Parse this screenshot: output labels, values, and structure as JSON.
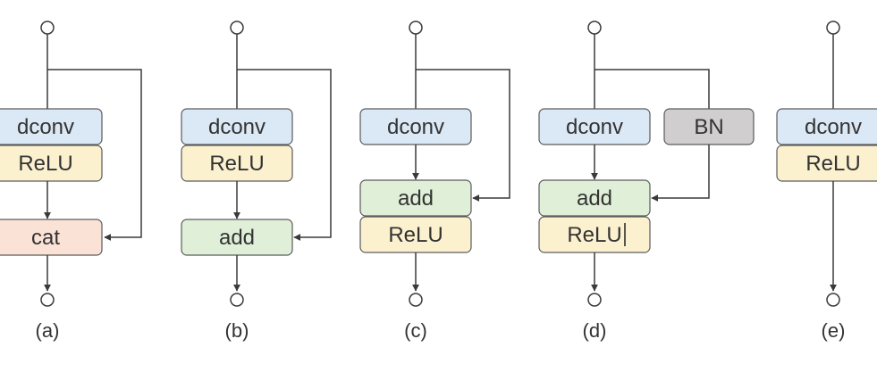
{
  "colors": {
    "dconv": "#dbe8f5",
    "relu": "#fcf1cf",
    "cat": "#fbe2d6",
    "add": "#e0efd8",
    "bn": "#d0cece",
    "border": "#5b5b5b",
    "line": "#3a3a3a"
  },
  "panels": [
    {
      "caption": "(a)",
      "boxes": [
        {
          "label": "dconv",
          "kind": "dconv"
        },
        {
          "label": "ReLU",
          "kind": "relu"
        },
        {
          "label": "cat",
          "kind": "cat"
        }
      ]
    },
    {
      "caption": "(b)",
      "boxes": [
        {
          "label": "dconv",
          "kind": "dconv"
        },
        {
          "label": "ReLU",
          "kind": "relu"
        },
        {
          "label": "add",
          "kind": "add"
        }
      ]
    },
    {
      "caption": "(c)",
      "boxes": [
        {
          "label": "dconv",
          "kind": "dconv"
        },
        {
          "label": "add",
          "kind": "add"
        },
        {
          "label": "ReLU",
          "kind": "relu"
        }
      ]
    },
    {
      "caption": "(d)",
      "boxes": [
        {
          "label": "dconv",
          "kind": "dconv"
        },
        {
          "label": "BN",
          "kind": "bn"
        },
        {
          "label": "add",
          "kind": "add"
        },
        {
          "label": "ReLU",
          "kind": "relu"
        }
      ]
    },
    {
      "caption": "(e)",
      "boxes": [
        {
          "label": "dconv",
          "kind": "dconv"
        },
        {
          "label": "ReLU",
          "kind": "relu"
        }
      ]
    }
  ]
}
